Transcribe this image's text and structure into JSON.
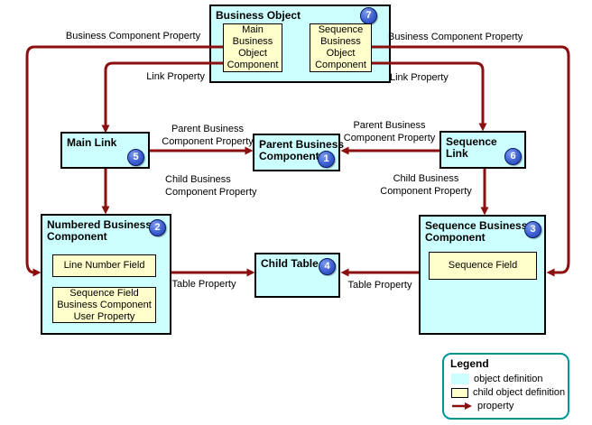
{
  "nodes": {
    "business_object": {
      "title": "Business Object",
      "badge": "7",
      "children": [
        "Main Business Object Component",
        "Sequence Business Object Component"
      ]
    },
    "main_link": {
      "title": "Main Link",
      "badge": "5"
    },
    "parent_business_component": {
      "title_lines": [
        "Parent Business",
        "Component"
      ],
      "badge": "1"
    },
    "sequence_link": {
      "title": "Sequence Link",
      "badge": "6"
    },
    "numbered_business_component": {
      "title_lines": [
        "Numbered Business",
        "Component"
      ],
      "badge": "2",
      "children": [
        "Line Number Field",
        "Sequence Field Business Component User Property"
      ]
    },
    "child_table": {
      "title": "Child Table",
      "badge": "4"
    },
    "sequence_business_component": {
      "title_lines": [
        "Sequence Business",
        "Component"
      ],
      "badge": "3",
      "children": [
        "Sequence Field"
      ]
    }
  },
  "edge_labels": {
    "business_component_property_left": "Business Component Property",
    "business_component_property_right": "Business Component Property",
    "link_property_left": "Link Property",
    "link_property_right": "Link Property",
    "parent_bcp_left": [
      "Parent Business",
      "Component Property"
    ],
    "parent_bcp_right": [
      "Parent Business",
      "Component Property"
    ],
    "child_bcp_left": [
      "Child Business",
      "Component Property"
    ],
    "child_bcp_right": [
      "Child Business",
      "Component Property"
    ],
    "table_property_left": "Table Property",
    "table_property_right": "Table Property"
  },
  "legend": {
    "title": "Legend",
    "items": [
      "object definition",
      "child object definition",
      "property"
    ]
  },
  "colors": {
    "object_fill": "#ccffff",
    "child_object_fill": "#ffffcc",
    "arrow": "#8b0f0f",
    "badge_blue": "#3c5ed0",
    "legend_border": "#009595"
  }
}
